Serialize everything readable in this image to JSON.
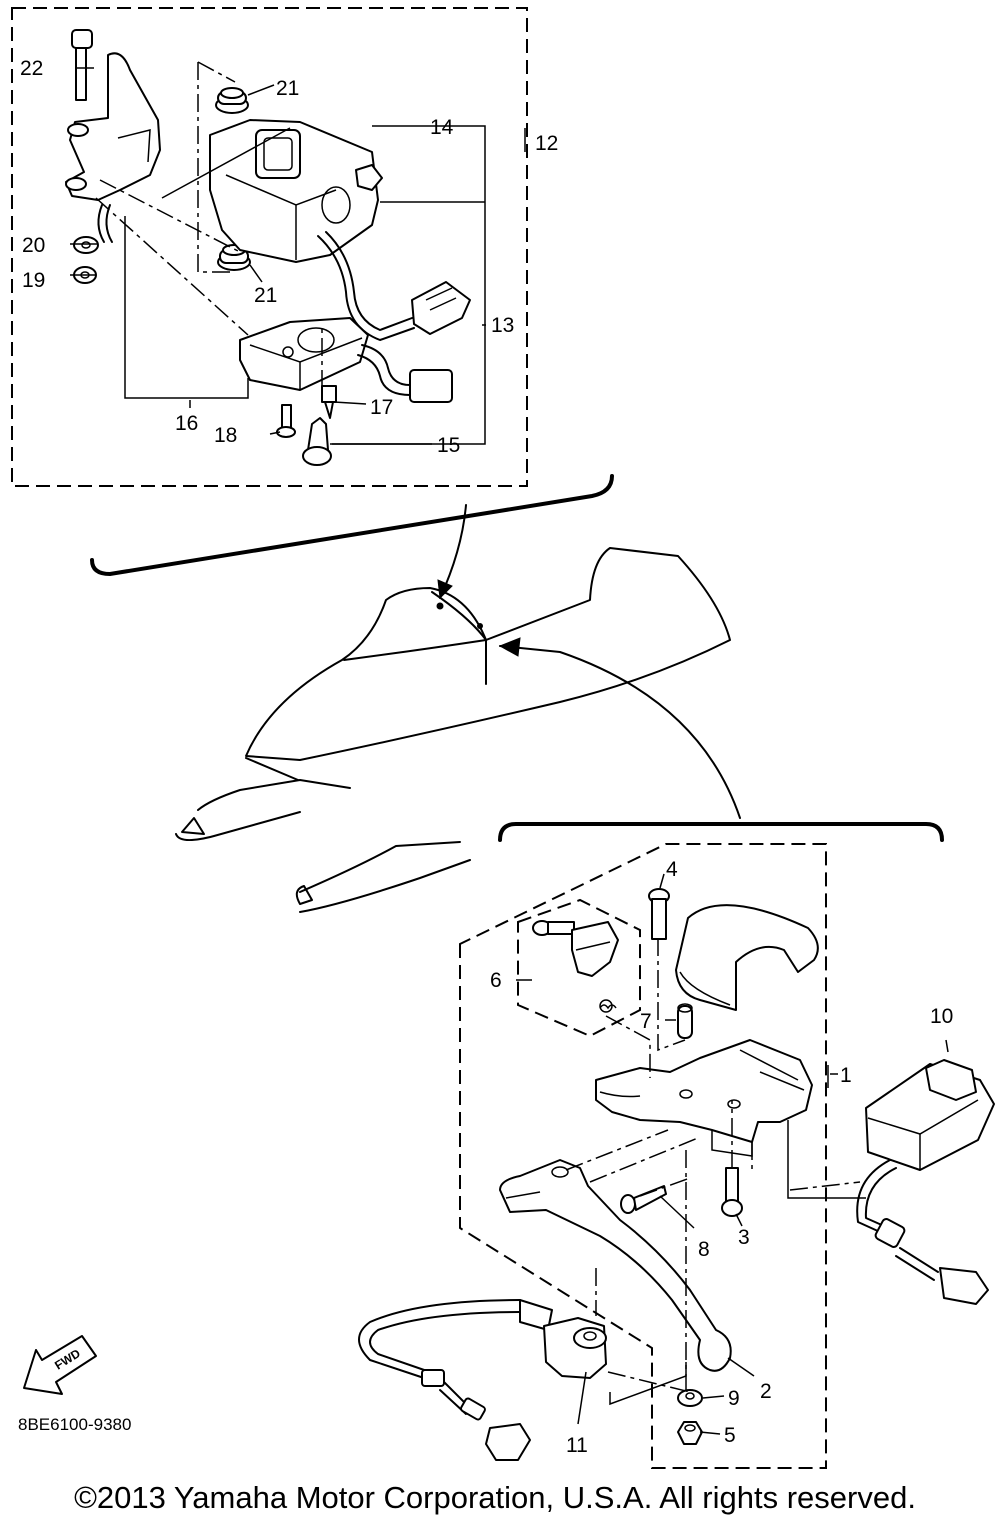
{
  "labels": {
    "l1": "1",
    "l2": "2",
    "l3": "3",
    "l4": "4",
    "l5": "5",
    "l6": "6",
    "l7": "7",
    "l8": "8",
    "l9": "9",
    "l10": "10",
    "l11": "11",
    "l12": "12",
    "l13": "13",
    "l14": "14",
    "l15": "15",
    "l16": "16",
    "l17": "17",
    "l18": "18",
    "l19": "19",
    "l20": "20",
    "l21a": "21",
    "l21b": "21",
    "l22": "22"
  },
  "fwd_label": "FWD",
  "diagram_code": "8BE6100-9380",
  "copyright": "©2013 Yamaha Motor Corporation, U.S.A. All rights reserved."
}
